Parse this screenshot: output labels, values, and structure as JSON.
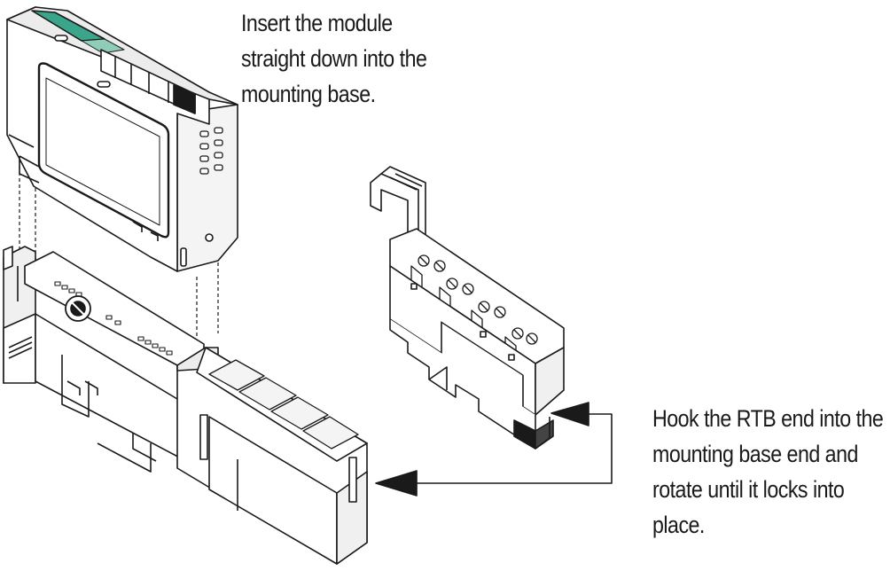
{
  "callouts": {
    "insert_module": {
      "lines": [
        "Insert the module",
        "straight down into the",
        "mounting base."
      ]
    },
    "hook_rtb": {
      "lines": [
        "Hook the RTB end into the",
        "mounting base end and",
        "rotate until it locks into",
        "place."
      ]
    }
  },
  "colors": {
    "line": "#1a1a1a",
    "label_accent": "#3aa58a",
    "fill": "#ffffff"
  },
  "icons": {
    "module": "io-module-illustration",
    "base": "mounting-base-illustration",
    "rtb": "removable-terminal-block-illustration",
    "arrow": "arrowhead-left"
  }
}
